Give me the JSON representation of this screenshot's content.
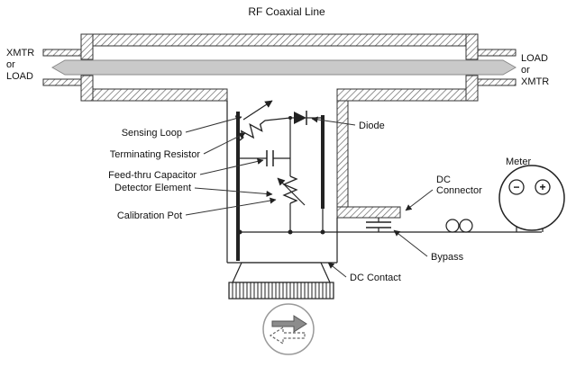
{
  "title": "RF Coaxial Line",
  "left_end": {
    "line1": "XMTR",
    "line2": "or",
    "line3": "LOAD"
  },
  "right_end": {
    "line1": "LOAD",
    "line2": "or",
    "line3": "XMTR"
  },
  "labels": {
    "sensing_loop": "Sensing Loop",
    "terminating_resistor": "Terminating Resistor",
    "feed_thru_capacitor": "Feed-thru Capacitor",
    "detector_element": "Detector Element",
    "calibration_pot": "Calibration Pot",
    "diode": "Diode",
    "dc_connector_line1": "DC",
    "dc_connector_line2": "Connector",
    "bypass": "Bypass",
    "dc_contact": "DC Contact",
    "meter": "Meter"
  },
  "meter_terminals": {
    "minus": "−",
    "plus": "+"
  },
  "colors": {
    "conductor_fill": "#c9c9c9",
    "line": "#222222"
  }
}
